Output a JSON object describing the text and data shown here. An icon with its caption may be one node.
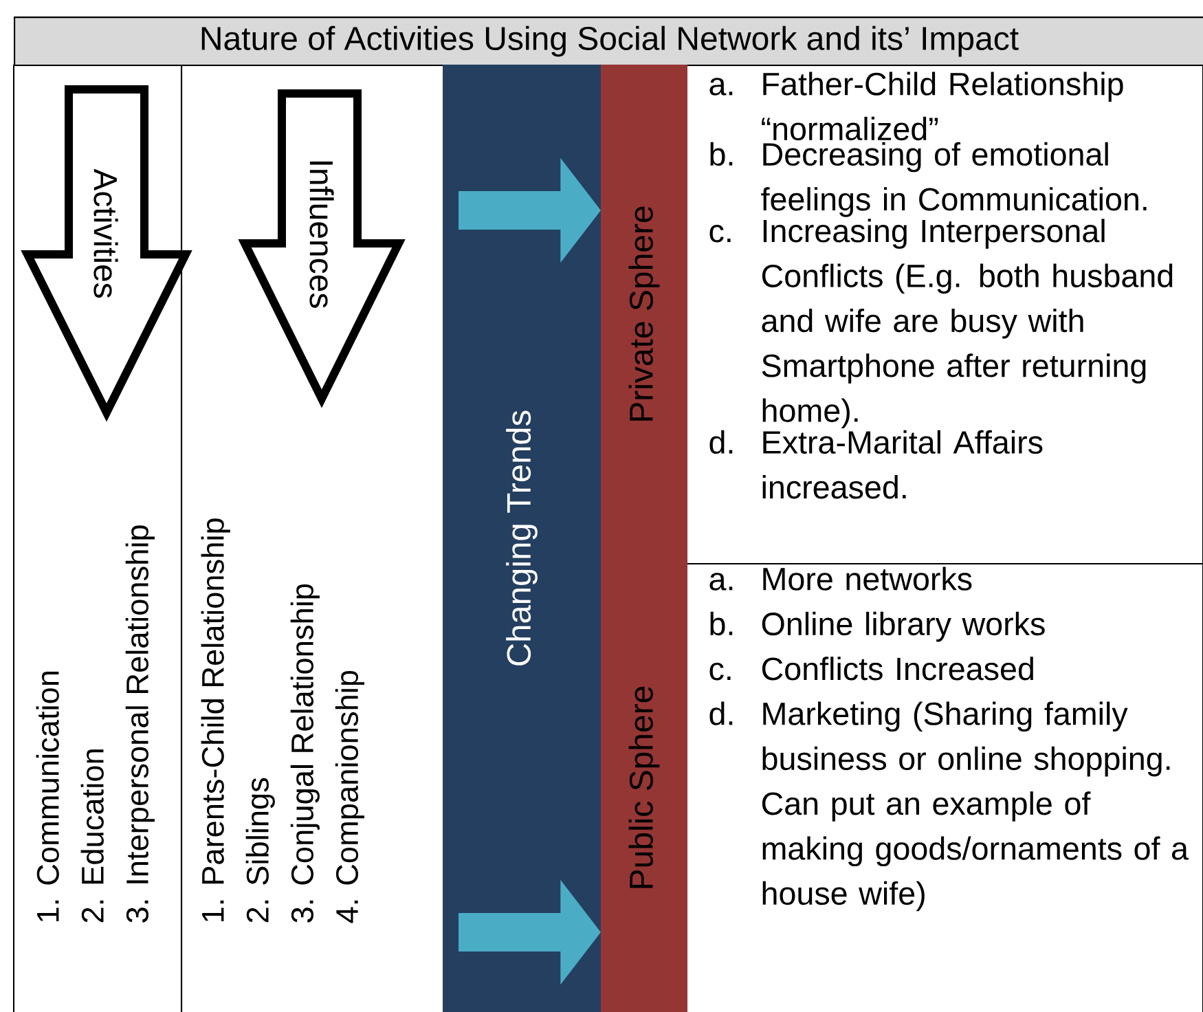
{
  "diagram": {
    "nodes": [
      {
        "text": [
          "Nature of Activities Using Social Network and its’ Impact"
        ]
      },
      {
        "text": [
          "Activities"
        ]
      },
      {
        "text": [
          "1. Communication",
          "2. Education",
          "3. Interpersonal Relationship"
        ]
      },
      {
        "text": [
          "Influences"
        ]
      },
      {
        "text": [
          "1. Parents-Child Relationship",
          "2. Siblings",
          "3. Conjugal Relationship",
          "4. Companionship"
        ]
      },
      {
        "text": [
          "Changing Trends"
        ]
      },
      {
        "text": [
          "Private Sphere"
        ]
      },
      {
        "text": [
          "a.",
          "Father-Child Relationship “normalized”",
          "b.",
          "Decreasing of emotional feelings in Communication.",
          "c.",
          "Increasing Interpersonal Conflicts (E.g. both husband and wife are busy with Smartphone after returning home).",
          "d.",
          "Extra-Marital Affairs increased."
        ]
      },
      {
        "text": [
          "Public Sphere"
        ]
      },
      {
        "text": [
          "a.",
          "More networks",
          "b.",
          "Online library works",
          "c.",
          "Conflicts Increased",
          "d.",
          "Marketing (Sharing family business or online shopping. Can put an example of making goods/ornaments of a house wife)"
        ]
      }
    ],
    "edges": [
      {
        "from": 5,
        "to": 6,
        "arrow": "to"
      },
      {
        "from": 5,
        "to": 8,
        "arrow": "to"
      }
    ]
  }
}
